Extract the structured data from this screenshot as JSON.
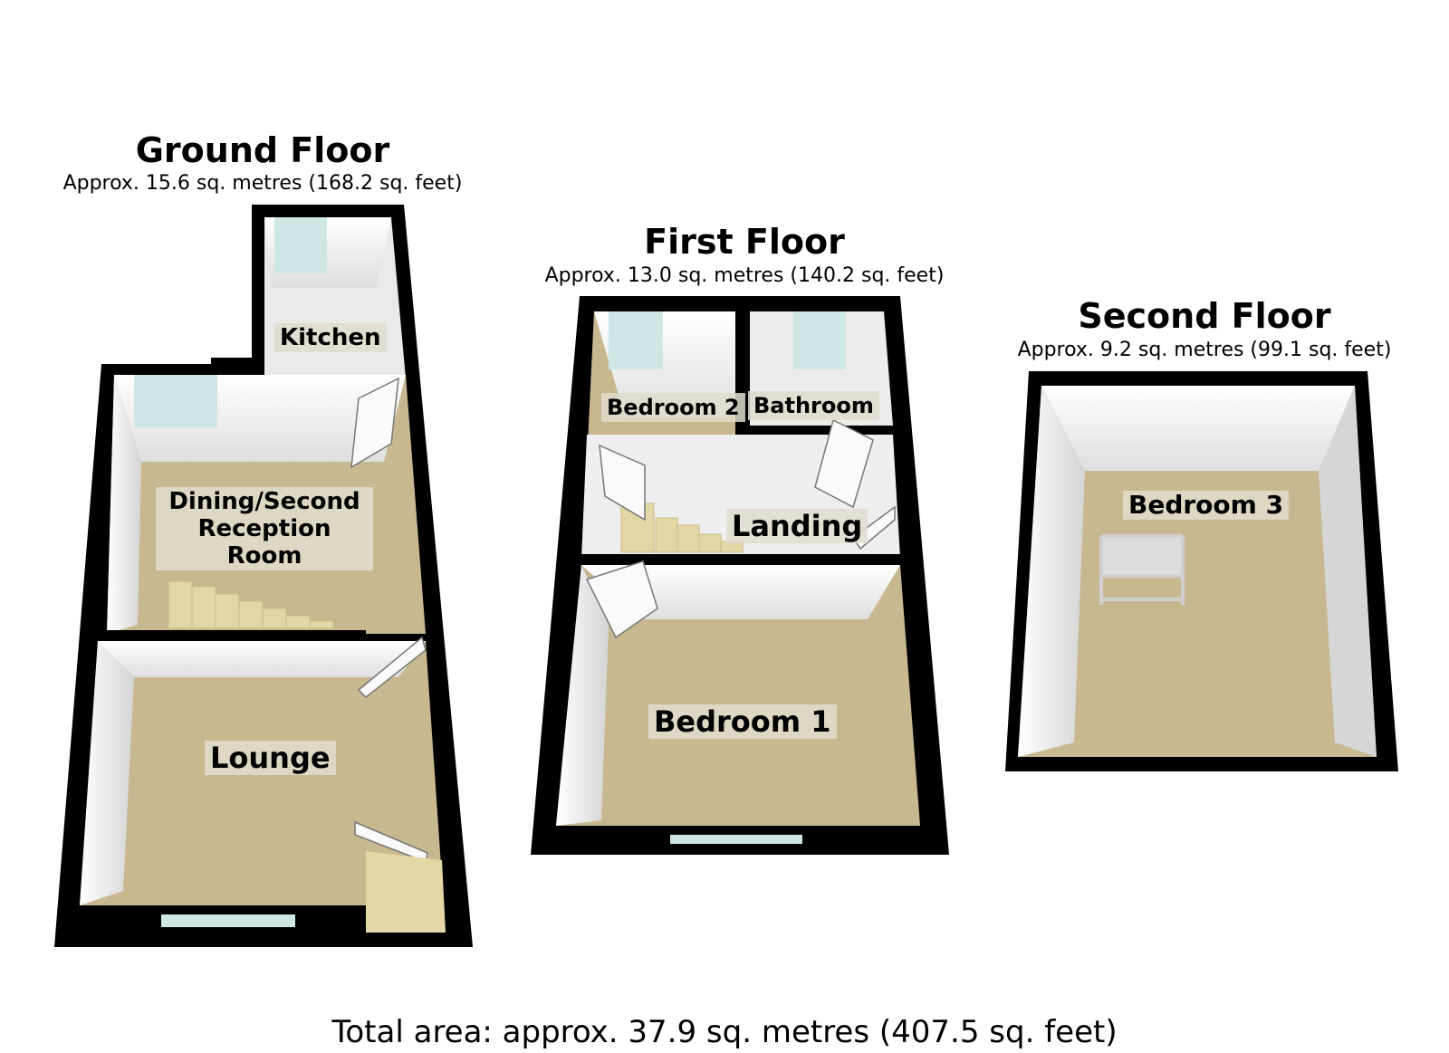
{
  "floors": [
    {
      "title": "Ground Floor",
      "area": "Approx. 15.6 sq. metres (168.2 sq. feet)",
      "rooms": [
        "Kitchen",
        "Dining/Second Reception Room",
        "Lounge"
      ]
    },
    {
      "title": "First Floor",
      "area": "Approx. 13.0 sq. metres (140.2 sq. feet)",
      "rooms": [
        "Bedroom 2",
        "Bathroom",
        "Landing",
        "Bedroom 1"
      ]
    },
    {
      "title": "Second Floor",
      "area": "Approx. 9.2 sq. metres (99.1 sq. feet)",
      "rooms": [
        "Bedroom 3"
      ]
    }
  ],
  "total_area": "Total area: approx. 37.9 sq. metres (407.5 sq. feet)",
  "colors": {
    "wall": "#000000",
    "floor": "#c7b88f",
    "inner_wall": "#eeeeee",
    "window": "#cfe6e6",
    "stairs": "#e3d7a6"
  }
}
